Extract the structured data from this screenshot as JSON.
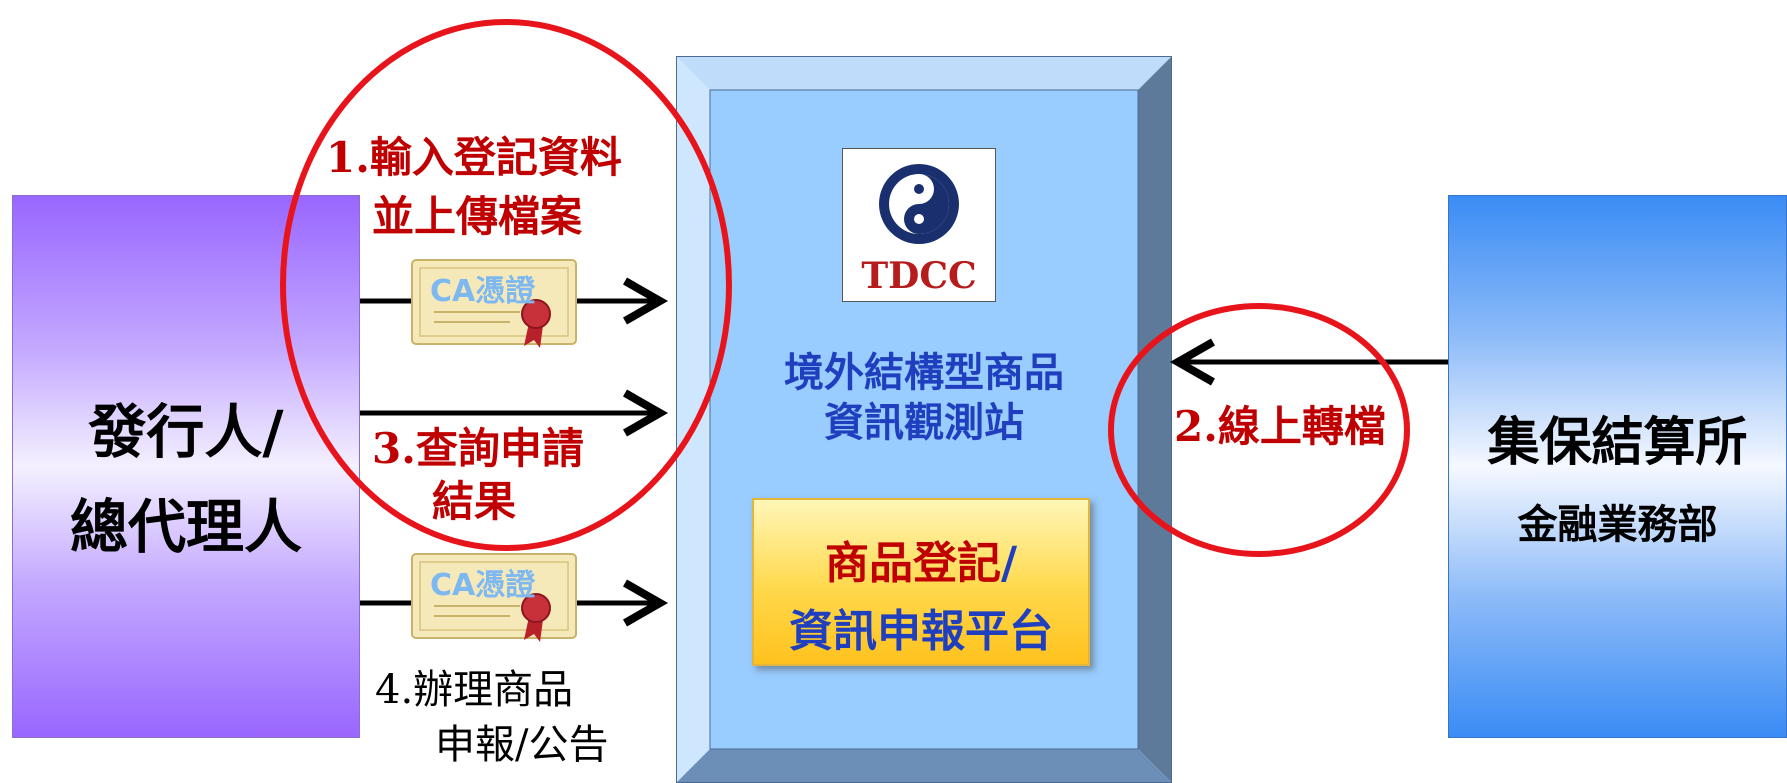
{
  "issuer": {
    "title_line1": "發行人/",
    "title_line2": "總代理人"
  },
  "tdcc_department": {
    "title": "集保結算所",
    "subtitle": "金融業務部"
  },
  "center": {
    "logo_text": "TDCC",
    "title_line1": "境外結構型商品",
    "title_line2": "資訊觀測站",
    "platform_line1": "商品登記/",
    "platform_line2": "資訊申報平台"
  },
  "steps": {
    "step1_line1": "1.輸入登記資料",
    "step1_line2": "並上傳檔案",
    "step2": "2.線上轉檔",
    "step3_line1": "3.查詢申請",
    "step3_line2": "結果",
    "step4_line1": "4.辦理商品",
    "step4_line2": "申報/公告"
  },
  "certificate_label": "CA憑證",
  "colors": {
    "highlight_circle": "#e8141b",
    "step_red": "#c00000",
    "title_blue": "#1f3fbf",
    "platform_yellow": "#ffd84a",
    "issuer_purple": "#9966ff",
    "tdcc_blue": "#3a8cf5"
  }
}
